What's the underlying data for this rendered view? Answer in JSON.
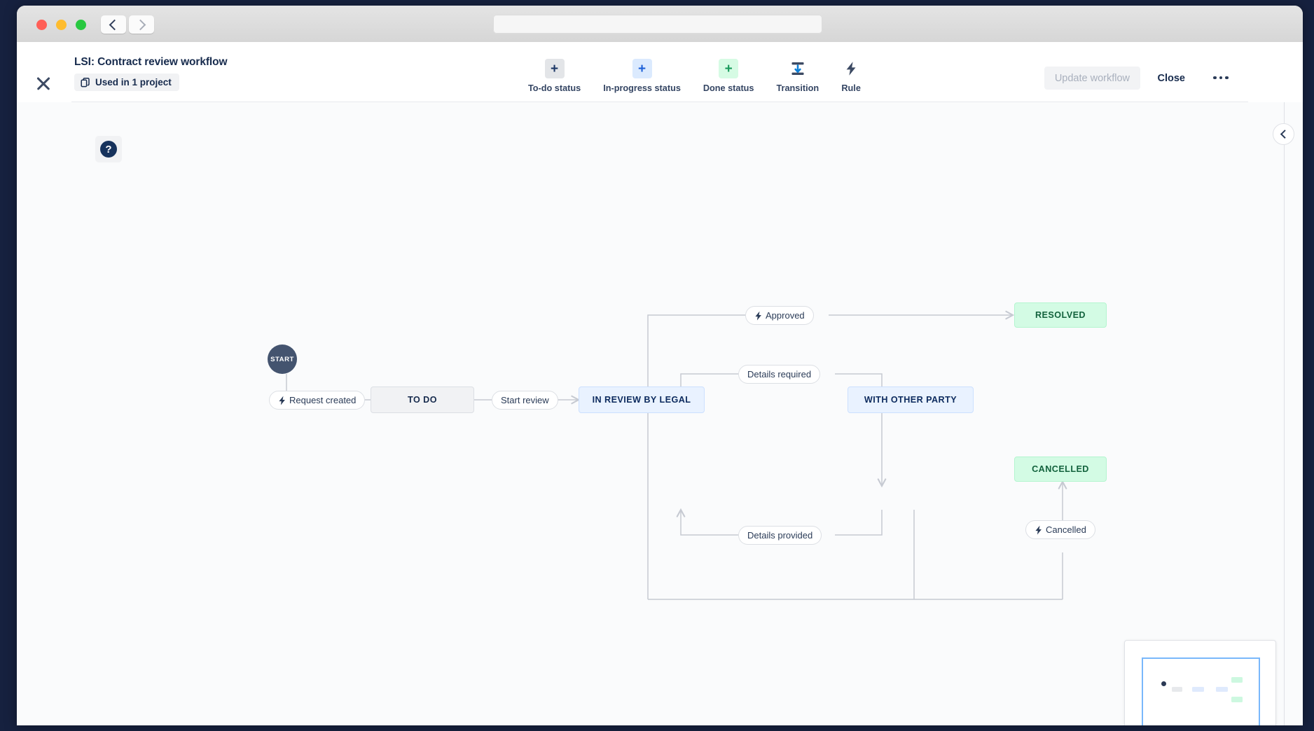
{
  "browser": {
    "traffic_lights": [
      "close",
      "minimize",
      "zoom"
    ],
    "back_label": "back",
    "forward_label": "forward",
    "url_value": ""
  },
  "header": {
    "close_icon": "close-icon",
    "title": "LSI: Contract review workflow",
    "used_in_chip": "Used in 1 project",
    "used_in_icon": "copy-icon",
    "tools": [
      {
        "name": "todo-status",
        "glyph": "+",
        "label": "To-do status",
        "icon": "plus-icon",
        "color": "#e3e5e8"
      },
      {
        "name": "inprogress-status",
        "glyph": "+",
        "label": "In-progress status",
        "icon": "plus-icon",
        "color": "#dbeafe"
      },
      {
        "name": "done-status",
        "glyph": "+",
        "label": "Done status",
        "icon": "plus-icon",
        "color": "#d6fbe4"
      },
      {
        "name": "transition",
        "glyph": "",
        "label": "Transition",
        "icon": "transition-icon",
        "color": "#ffffff"
      },
      {
        "name": "rule",
        "glyph": "",
        "label": "Rule",
        "icon": "lightning-bolt-icon",
        "color": "#ffffff"
      }
    ],
    "update_label": "Update workflow",
    "update_disabled": true,
    "close_label": "Close",
    "more_label": "More actions"
  },
  "canvas": {
    "help_icon": "question-mark-icon",
    "help_glyph": "?",
    "collapse_icon": "chevron-left-icon"
  },
  "diagram": {
    "start_label": "START",
    "nodes": [
      {
        "id": "todo",
        "label": "TO DO",
        "category": "to-do"
      },
      {
        "id": "inreview",
        "label": "IN REVIEW BY LEGAL",
        "category": "in-progress"
      },
      {
        "id": "withparty",
        "label": "WITH OTHER PARTY",
        "category": "in-progress"
      },
      {
        "id": "resolved",
        "label": "RESOLVED",
        "category": "done"
      },
      {
        "id": "cancelled",
        "label": "CANCELLED",
        "category": "done"
      }
    ],
    "transitions": [
      {
        "id": "request-created",
        "label": "Request created",
        "has_rule": true
      },
      {
        "id": "start-review",
        "label": "Start review",
        "has_rule": false
      },
      {
        "id": "approved",
        "label": "Approved",
        "has_rule": true
      },
      {
        "id": "details-required",
        "label": "Details required",
        "has_rule": false
      },
      {
        "id": "details-provided",
        "label": "Details provided",
        "has_rule": false
      },
      {
        "id": "cancelled",
        "label": "Cancelled",
        "has_rule": true
      }
    ]
  },
  "minimap": {
    "label": "minimap"
  },
  "colors": {
    "todo_bg": "#f1f2f4",
    "inprogress_bg": "#e9f2ff",
    "done_bg": "#d3fbe4",
    "start_bg": "#44546f",
    "edge": "#c6cad2",
    "text": "#172b4d"
  }
}
